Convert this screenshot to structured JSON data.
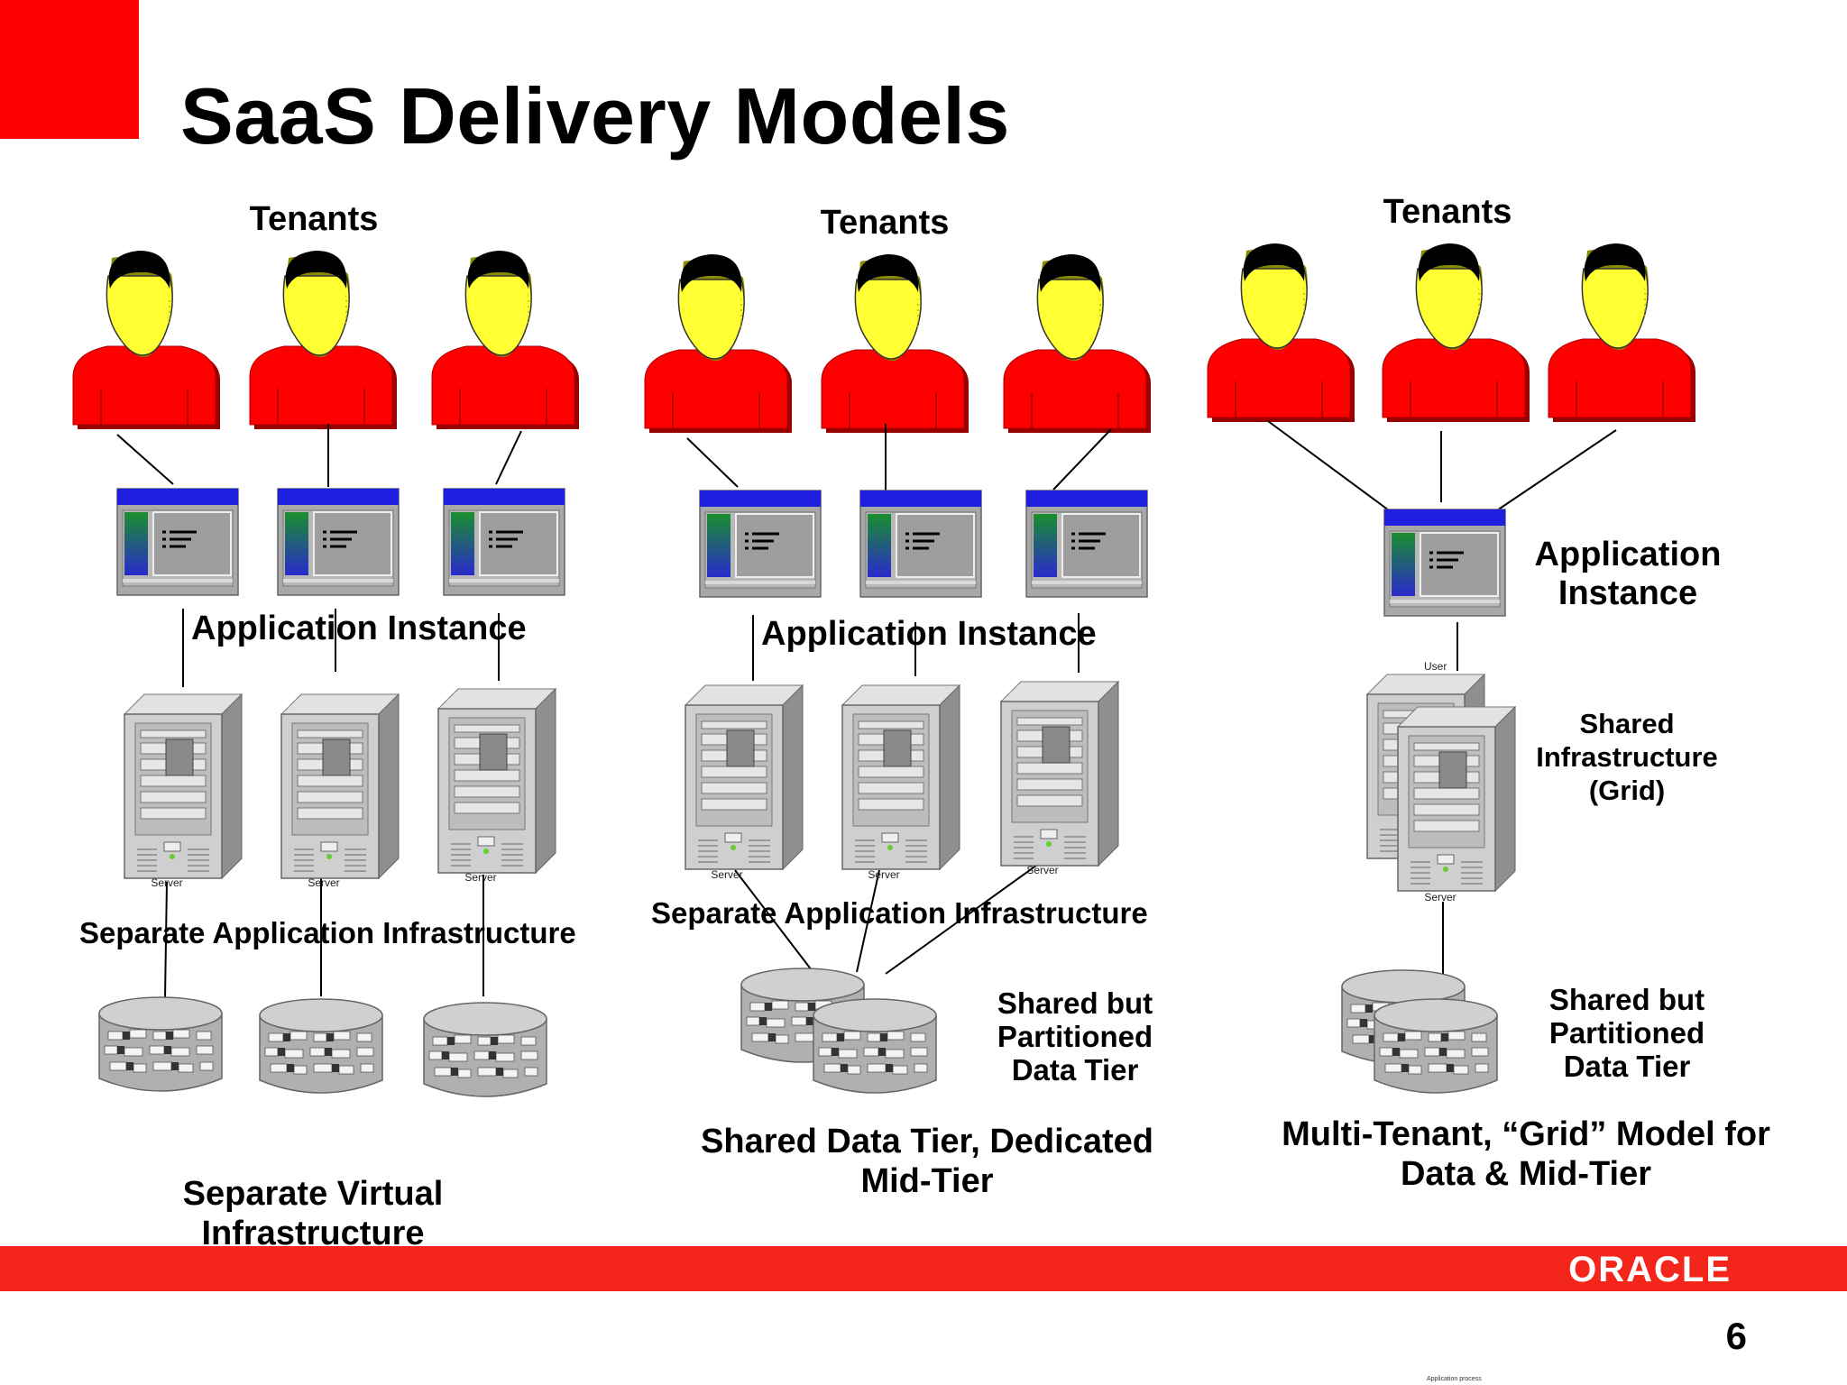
{
  "title": "SaaS Delivery Models",
  "panels": [
    {
      "tenants_label": "Tenants",
      "app_label": "Application Instance",
      "infra_label": "Separate Application Infrastructure",
      "model_label": "Separate Virtual Infrastructure",
      "server_labels": [
        "Server",
        "Server",
        "Server"
      ]
    },
    {
      "tenants_label": "Tenants",
      "app_label": "Application Instance",
      "infra_label": "Separate Application Infrastructure",
      "data_label": "Shared but Partitioned Data Tier",
      "model_label": "Shared Data Tier, Dedicated Mid-Tier",
      "server_labels": [
        "Server",
        "Server",
        "Server"
      ]
    },
    {
      "tenants_label": "Tenants",
      "app_label": "Application Instance",
      "infra_label": "Shared Infrastructure (Grid)",
      "data_label": "Shared but Partitioned Data Tier",
      "model_label": "Multi-Tenant, “Grid” Model for Data & Mid-Tier",
      "user_label": "User",
      "server_label": "Server"
    }
  ],
  "footer": {
    "logo": "ORACLE",
    "page_number": "6",
    "note": "Application process"
  },
  "colors": {
    "accent_red": "#ff0000",
    "footer_red": "#f4261c",
    "app_window_bar": "#1f1fe0",
    "face_yellow": "#ffff33"
  }
}
